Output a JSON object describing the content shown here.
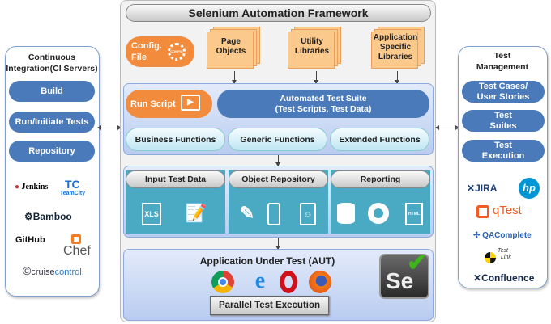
{
  "ci": {
    "title_line1": "Continuous",
    "title_line2": "Integration(CI Servers)",
    "buttons": [
      "Build",
      "Run/Initiate Tests",
      "Repository"
    ],
    "logos": {
      "jenkins": "Jenkins",
      "teamcity_mark": "TC",
      "teamcity": "TeamCity",
      "bamboo": "Bamboo",
      "github": "GitHub",
      "chef": "Chef",
      "cruise1": "cruise",
      "cruise2": "control."
    }
  },
  "framework": {
    "title": "Selenium Automation Framework",
    "config_line1": "Config.",
    "config_line2": "File",
    "config_gear_text": "CONFIG",
    "docs": [
      {
        "l1": "Page",
        "l2": "Objects",
        "l3": ""
      },
      {
        "l1": "Utility",
        "l2": "Libraries",
        "l3": ""
      },
      {
        "l1": "Application",
        "l2": "Specific",
        "l3": "Libraries"
      }
    ],
    "run_script": "Run Script",
    "suite_line1": "Automated Test Suite",
    "suite_line2": "(Test Scripts, Test Data)",
    "functions": [
      "Business Functions",
      "Generic Functions",
      "Extended Functions"
    ],
    "sections": [
      {
        "title": "Input Test Data",
        "icon_text": "XLS"
      },
      {
        "title": "Object Repository"
      },
      {
        "title": "Reporting",
        "icon_text": "HTML"
      }
    ],
    "aut_title": "Application Under Test (AUT)",
    "parallel": "Parallel Test Execution",
    "selenium_logo": "Se"
  },
  "tm": {
    "title_line1": "Test",
    "title_line2": "Management",
    "buttons": [
      {
        "l1": "Test Cases/",
        "l2": "User Stories"
      },
      {
        "l1": "Test",
        "l2": "Suites"
      },
      {
        "l1": "Test",
        "l2": "Execution"
      }
    ],
    "logos": {
      "jira": "JIRA",
      "hp": "hp",
      "qtest": "qTest",
      "qacomplete": "QAComplete",
      "testlink1": "Test",
      "testlink2": "Link",
      "confluence": "Confluence"
    }
  }
}
